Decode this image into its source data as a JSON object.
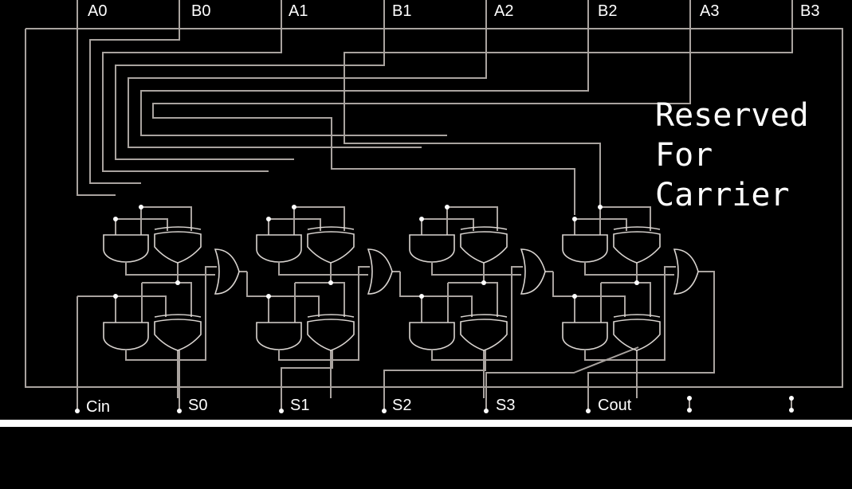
{
  "top_pins": [
    "A0",
    "B0",
    "A1",
    "B1",
    "A2",
    "B2",
    "A3",
    "B3"
  ],
  "bottom_pins": [
    "Cin",
    "S0",
    "S1",
    "S2",
    "S3",
    "Cout"
  ],
  "note": [
    "Reserved",
    "For",
    "Carrier"
  ],
  "colors": {
    "background": "#000000",
    "wire": "#a9a39f",
    "text": "#ffffff",
    "divider": "#ffffff"
  }
}
